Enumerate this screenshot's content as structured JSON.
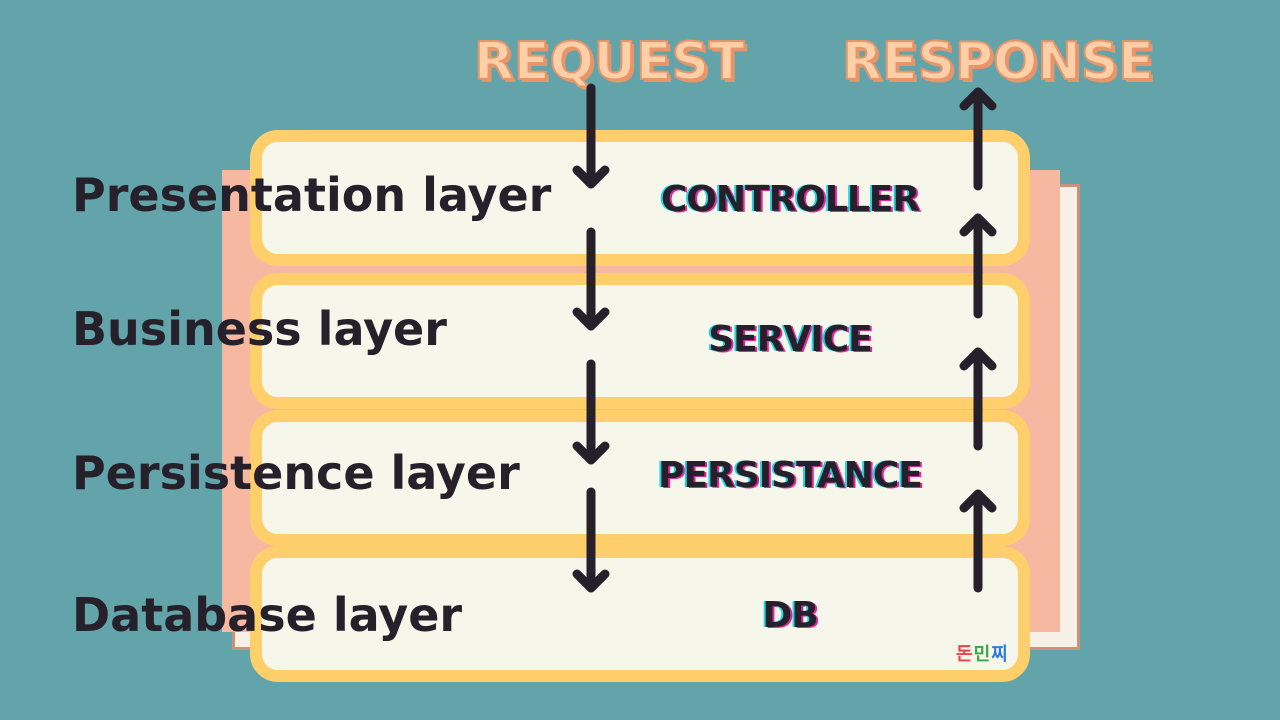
{
  "header": {
    "request_label": "REQUEST",
    "response_label": "RESPONSE"
  },
  "layers": [
    {
      "label": "Presentation layer",
      "component": "CONTROLLER"
    },
    {
      "label": "Business layer",
      "component": "SERVICE"
    },
    {
      "label": "Persistence layer",
      "component": "PERSISTANCE"
    },
    {
      "label": "Database layer",
      "component": "DB"
    }
  ],
  "watermark": {
    "part1": "돈",
    "part2": "민",
    "part3": "찌"
  },
  "colors": {
    "background": "#62a4aa",
    "box_border": "#ffcf6c",
    "box_fill": "#f7f6ea",
    "text_dark": "#26202a",
    "title_fill": "#ffcfa8",
    "title_outline": "#e8956a",
    "back_card": "#f6b8a0"
  }
}
